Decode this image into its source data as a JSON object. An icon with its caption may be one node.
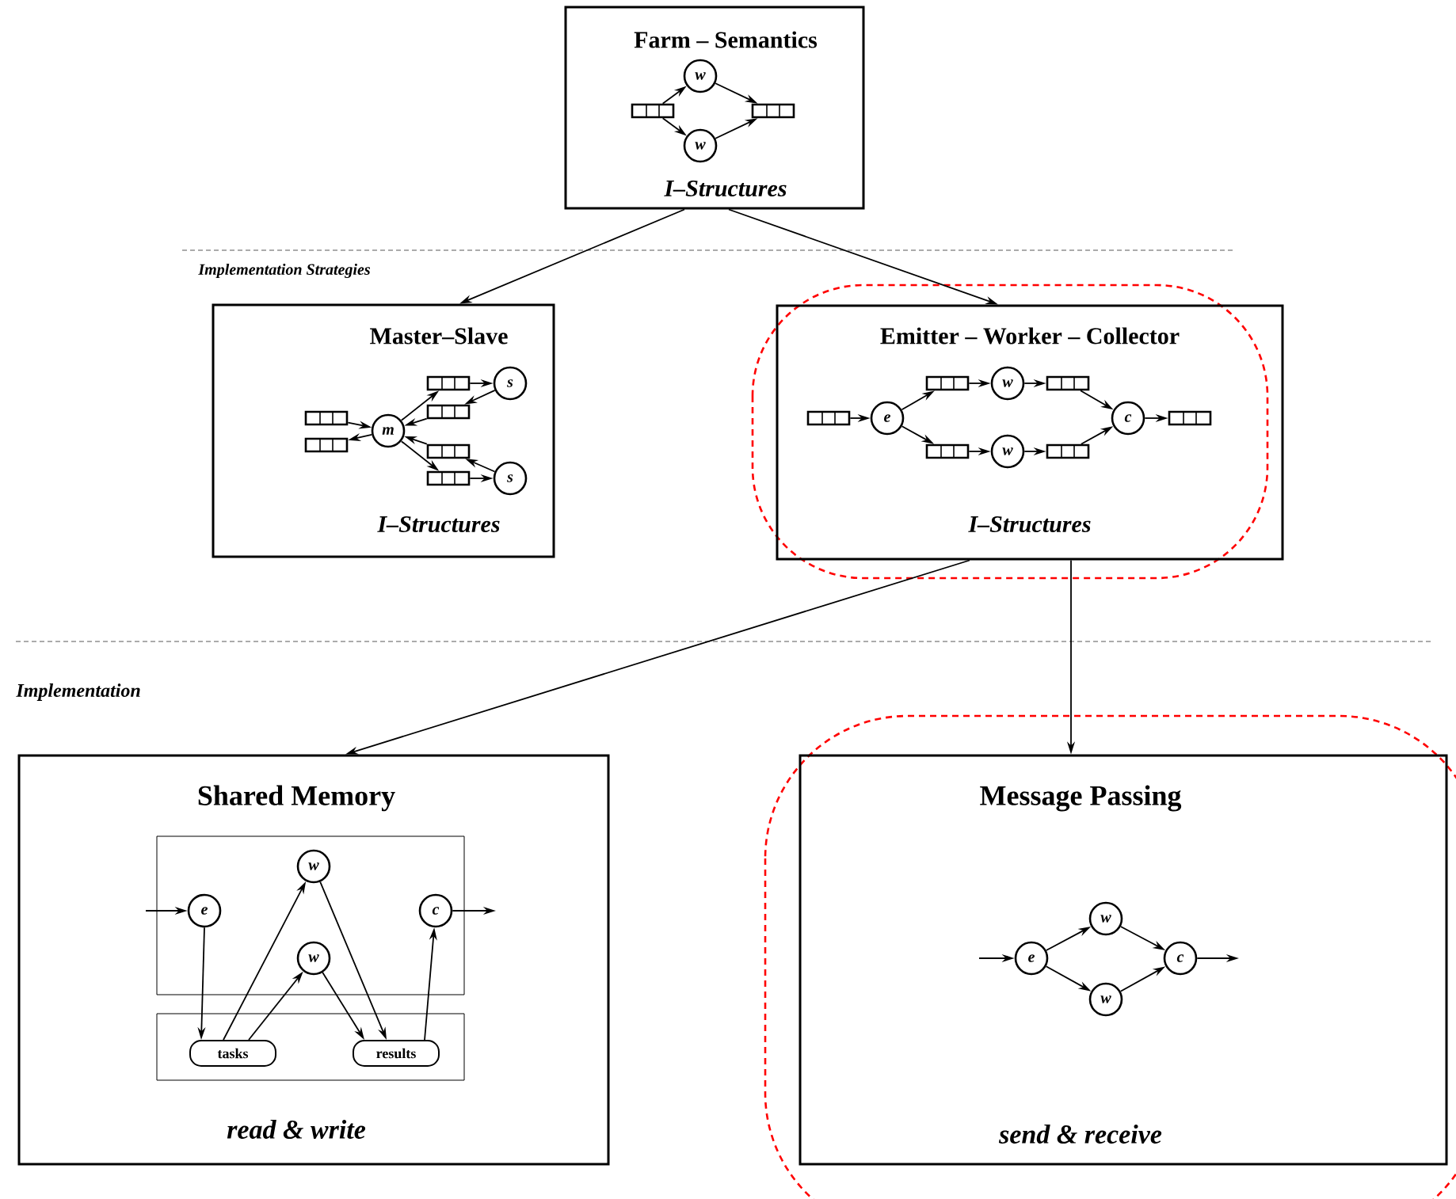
{
  "diagram": {
    "nodes": [
      {
        "text": [
          "Farm – Semantics",
          "I–Structures"
        ]
      },
      {
        "text": [],
        "shape": "box",
        "in": 0
      },
      {
        "text": [
          "w"
        ],
        "in": 0
      },
      {
        "text": [
          "w"
        ],
        "in": 0
      },
      {
        "text": [],
        "shape": "box",
        "in": 0
      },
      {
        "text": [
          "Master–Slave",
          "I–Structures"
        ]
      },
      {
        "text": [],
        "shape": "box",
        "in": 5
      },
      {
        "text": [],
        "shape": "box",
        "in": 5
      },
      {
        "text": [
          "m"
        ],
        "in": 5
      },
      {
        "text": [],
        "shape": "box",
        "in": 5
      },
      {
        "text": [],
        "shape": "box",
        "in": 5
      },
      {
        "text": [],
        "shape": "box",
        "in": 5
      },
      {
        "text": [],
        "shape": "box",
        "in": 5
      },
      {
        "text": [
          "s"
        ],
        "in": 5
      },
      {
        "text": [
          "s"
        ],
        "in": 5
      },
      {
        "text": [
          "Emitter – Worker – Collector",
          "I–Structures"
        ]
      },
      {
        "text": [],
        "shape": "box",
        "in": 15
      },
      {
        "text": [
          "e"
        ],
        "in": 15
      },
      {
        "text": [],
        "shape": "box",
        "in": 15
      },
      {
        "text": [
          "w"
        ],
        "in": 15
      },
      {
        "text": [],
        "shape": "box",
        "in": 15
      },
      {
        "text": [],
        "shape": "box",
        "in": 15
      },
      {
        "text": [
          "w"
        ],
        "in": 15
      },
      {
        "text": [],
        "shape": "box",
        "in": 15
      },
      {
        "text": [
          "c"
        ],
        "in": 15
      },
      {
        "text": [],
        "shape": "box",
        "in": 15
      },
      {
        "text": [
          "Shared Memory",
          "read & write"
        ]
      },
      {
        "text": [],
        "shape": "box",
        "in": 26
      },
      {
        "text": [],
        "shape": "box",
        "in": 26
      },
      {
        "text": [
          "e"
        ],
        "in": 27
      },
      {
        "text": [
          "w"
        ],
        "in": 27
      },
      {
        "text": [
          "w"
        ],
        "in": 27
      },
      {
        "text": [
          "c"
        ],
        "in": 27
      },
      {
        "text": [
          "tasks"
        ],
        "in": 28
      },
      {
        "text": [
          "results"
        ],
        "in": 28
      },
      {
        "text": [
          "Message Passing",
          "send & receive"
        ]
      },
      {
        "text": [
          "e"
        ],
        "in": 35
      },
      {
        "text": [
          "w"
        ],
        "in": 35
      },
      {
        "text": [
          "w"
        ],
        "in": 35
      },
      {
        "text": [
          "c"
        ],
        "in": 35
      }
    ],
    "edges": [
      {
        "from": 0,
        "to": 5,
        "arrow": "to"
      },
      {
        "from": 0,
        "to": 15,
        "arrow": "to"
      },
      {
        "from": 15,
        "to": 26,
        "arrow": "to"
      },
      {
        "from": 15,
        "to": 35,
        "arrow": "to"
      },
      {
        "from": 1,
        "to": 2,
        "arrow": "to"
      },
      {
        "from": 1,
        "to": 3,
        "arrow": "to"
      },
      {
        "from": 2,
        "to": 4,
        "arrow": "to"
      },
      {
        "from": 3,
        "to": 4,
        "arrow": "to"
      },
      {
        "from": 6,
        "to": 8,
        "arrow": "to"
      },
      {
        "from": 8,
        "to": 7,
        "arrow": "to"
      },
      {
        "from": 8,
        "to": 9,
        "arrow": "to"
      },
      {
        "from": 9,
        "to": 13,
        "arrow": "to"
      },
      {
        "from": 13,
        "to": 10,
        "arrow": "to"
      },
      {
        "from": 10,
        "to": 8,
        "arrow": "to"
      },
      {
        "from": 8,
        "to": 12,
        "arrow": "to"
      },
      {
        "from": 12,
        "to": 14,
        "arrow": "to"
      },
      {
        "from": 14,
        "to": 11,
        "arrow": "to"
      },
      {
        "from": 11,
        "to": 8,
        "arrow": "to"
      },
      {
        "from": 16,
        "to": 17,
        "arrow": "to"
      },
      {
        "from": 17,
        "to": 18,
        "arrow": "to"
      },
      {
        "from": 18,
        "to": 19,
        "arrow": "to"
      },
      {
        "from": 19,
        "to": 20,
        "arrow": "to"
      },
      {
        "from": 20,
        "to": 24,
        "arrow": "to"
      },
      {
        "from": 17,
        "to": 21,
        "arrow": "to"
      },
      {
        "from": 21,
        "to": 22,
        "arrow": "to"
      },
      {
        "from": 22,
        "to": 23,
        "arrow": "to"
      },
      {
        "from": 23,
        "to": 24,
        "arrow": "to"
      },
      {
        "from": 24,
        "to": 25,
        "arrow": "to"
      },
      {
        "from": null,
        "to": 29,
        "arrow": "to"
      },
      {
        "from": 32,
        "to": null,
        "arrow": "to"
      },
      {
        "from": 29,
        "to": 33,
        "arrow": "to"
      },
      {
        "from": 33,
        "to": 30,
        "arrow": "to"
      },
      {
        "from": 33,
        "to": 31,
        "arrow": "to"
      },
      {
        "from": 30,
        "to": 34,
        "arrow": "to"
      },
      {
        "from": 31,
        "to": 34,
        "arrow": "to"
      },
      {
        "from": 34,
        "to": 32,
        "arrow": "to"
      },
      {
        "from": null,
        "to": 36,
        "arrow": "to"
      },
      {
        "from": 36,
        "to": 37,
        "arrow": "to"
      },
      {
        "from": 36,
        "to": 38,
        "arrow": "to"
      },
      {
        "from": 37,
        "to": 39,
        "arrow": "to"
      },
      {
        "from": 38,
        "to": 39,
        "arrow": "to"
      },
      {
        "from": 39,
        "to": null,
        "arrow": "to"
      }
    ],
    "labels": [
      "Implementation Strategies",
      "Implementation"
    ]
  }
}
